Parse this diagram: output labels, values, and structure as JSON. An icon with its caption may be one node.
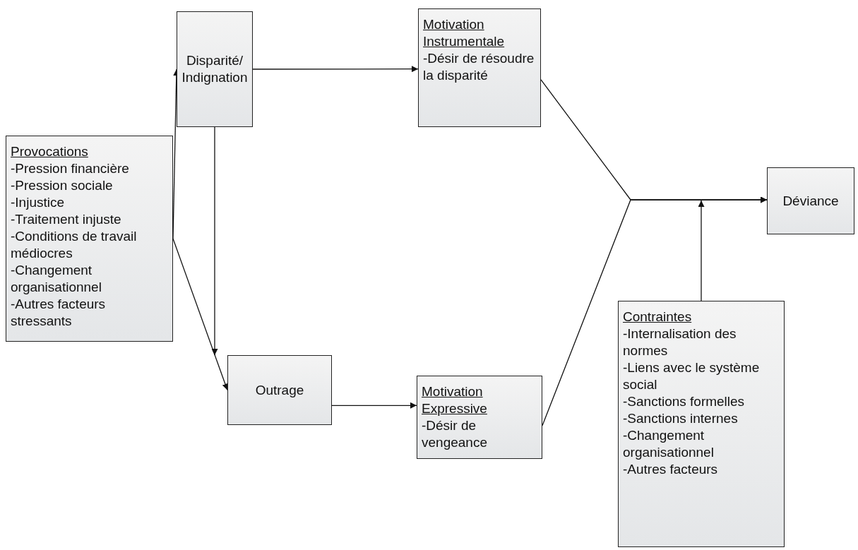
{
  "diagram": {
    "nodes": [
      {
        "text": [
          "Provocations",
          "-Pression financière",
          "-Pression sociale",
          "-Injustice",
          "-Traitement injuste",
          "-Conditions de travail médiocres",
          "-Changement organisationnel",
          "-Autres facteurs stressants"
        ]
      },
      {
        "text": [
          "Disparité/ Indignation"
        ]
      },
      {
        "text": [
          "Motivation Instrumentale",
          "-Désir de résoudre la disparité"
        ]
      },
      {
        "text": [
          "Outrage"
        ]
      },
      {
        "text": [
          "Motivation Expressive",
          "-Désir de vengeance"
        ]
      },
      {
        "text": [
          "Déviance"
        ]
      },
      {
        "text": [
          "Contraintes",
          "-Internalisation des normes",
          "-Liens avec le système social",
          "-Sanctions formelles",
          "-Sanctions internes",
          "-Changement organisationnel",
          "-Autres facteurs"
        ]
      }
    ],
    "edges": [
      {
        "from": 0,
        "to": 1,
        "arrow": "to"
      },
      {
        "from": 0,
        "to": 3,
        "arrow": "to"
      },
      {
        "from": 1,
        "to": 2,
        "arrow": "to"
      },
      {
        "from": 1,
        "to": 3,
        "arrow": "to"
      },
      {
        "from": 3,
        "to": 4,
        "arrow": "to"
      },
      {
        "from": 2,
        "to": 5,
        "arrow": "to"
      },
      {
        "from": 4,
        "to": 5,
        "arrow": "to"
      },
      {
        "from": 6,
        "to": null,
        "arrow": "to"
      }
    ]
  }
}
